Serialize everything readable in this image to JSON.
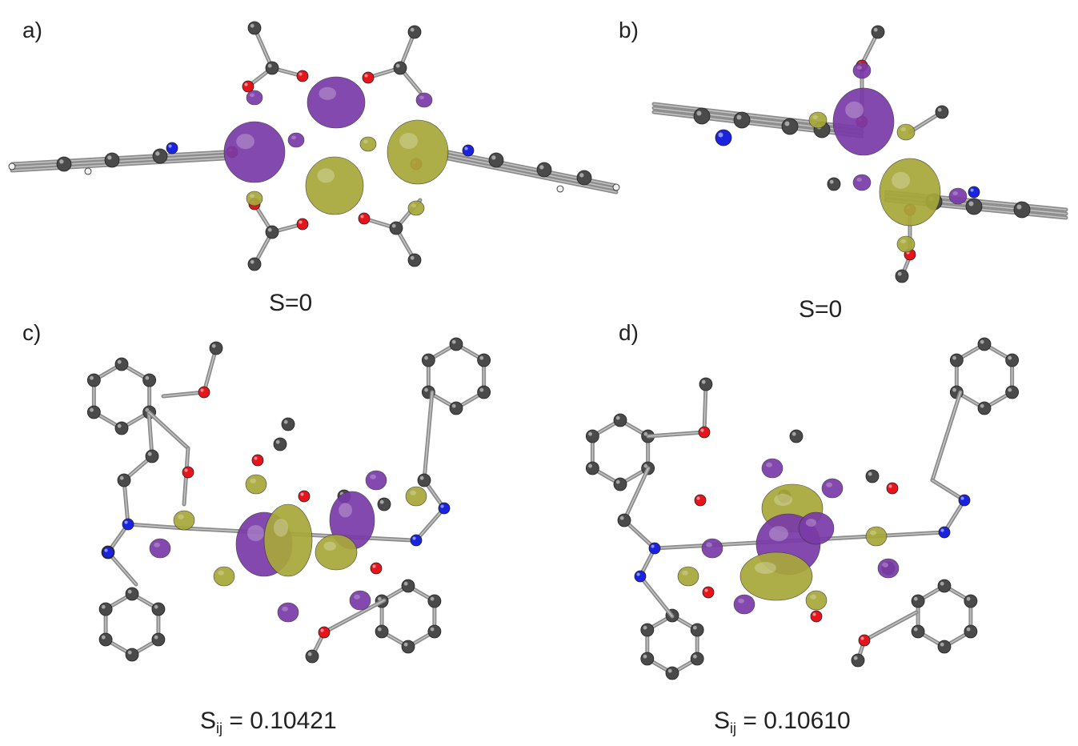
{
  "panels": [
    {
      "letter": "a)",
      "caption": "S=0"
    },
    {
      "letter": "b)",
      "caption": "S=0"
    },
    {
      "letter": "c)",
      "caption_main": "S",
      "caption_sub": "ij",
      "caption_value": " = 0.10421"
    },
    {
      "letter": "d)",
      "caption_main": "S",
      "caption_sub": "ij",
      "caption_value": " = 0.10610"
    }
  ],
  "colors": {
    "carbon": "#4a4a4a",
    "oxygen": "#e8141b",
    "nitrogen": "#1a24e0",
    "hydrogen": "#f0f0f0",
    "bond": "#8c8c8c",
    "lobe_purple": "#7a3aa8",
    "lobe_olive": "#a8a83a"
  }
}
